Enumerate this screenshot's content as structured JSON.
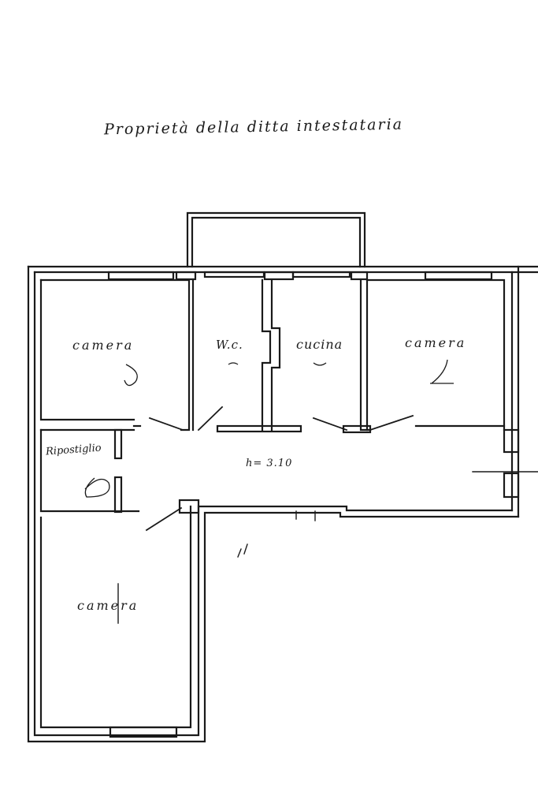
{
  "title": "Proprietà della ditta intestataria",
  "rooms": {
    "camera_1": "camera",
    "wc": "W.c.",
    "cucina": "cucina",
    "camera_2": "camera",
    "ripostiglio": "Ripostiglio",
    "camera_3": "camera"
  },
  "height_label": "h= 3.10",
  "colors": {
    "ink": "#1a1a1a",
    "paper": "#ffffff"
  }
}
